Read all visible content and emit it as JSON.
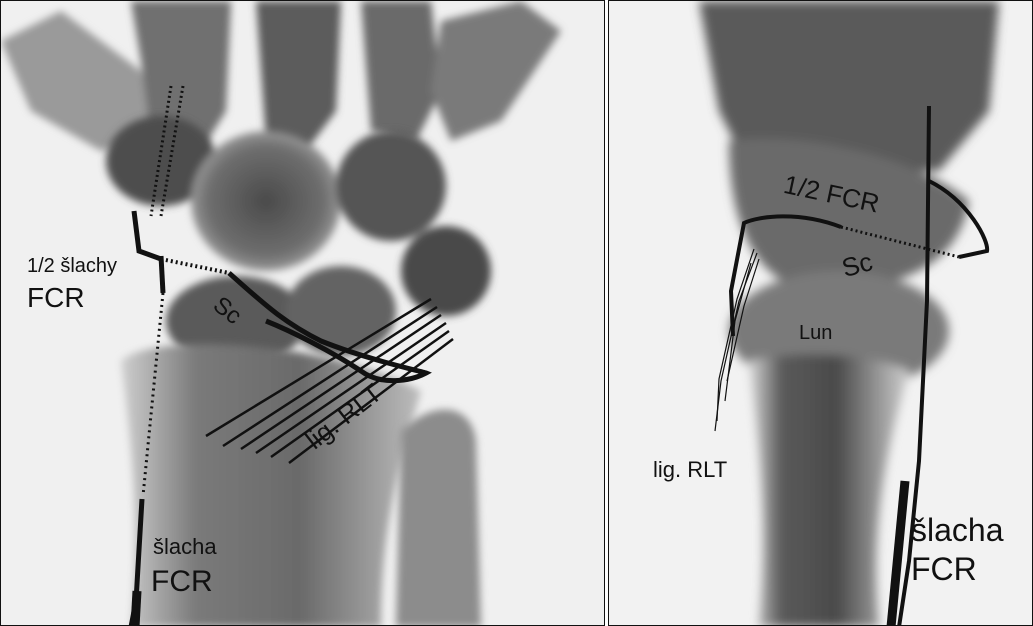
{
  "colors": {
    "bone_dark": "#3a3a3a",
    "bone_mid": "#8a8a8a",
    "background": "#f2f2f2",
    "ink": "#111111"
  },
  "left_panel": {
    "label_half_tendon": "1/2 šlachy",
    "label_fcr_top": "FCR",
    "label_sc": "Sc",
    "label_lig": "lig. RLT",
    "label_tendon": "šlacha",
    "label_fcr_bottom": "FCR"
  },
  "right_panel": {
    "label_half_fcr": "1/2 FCR",
    "label_sc": "Sc",
    "label_lun": "Lun",
    "label_lig": "lig. RLT",
    "label_tendon": "šlacha",
    "label_fcr": "FCR"
  }
}
